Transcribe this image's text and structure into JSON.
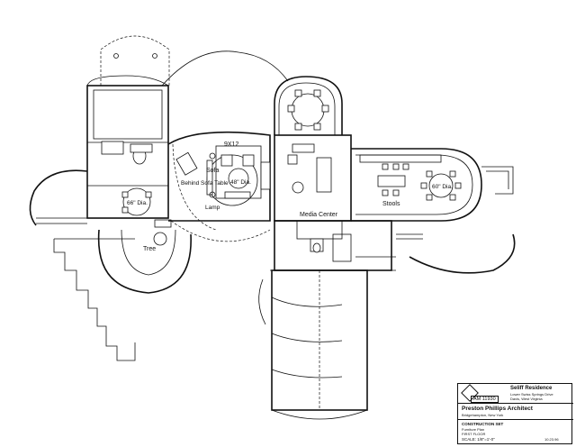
{
  "labels": {
    "rug_size": "9X12",
    "sofa": "Sofa",
    "behind_sofa_table": "Behind Sofa Table",
    "coffee_table_dia": "48\" Dia.",
    "lamp": "Lamp",
    "media_center": "Media Center",
    "stools": "Stools",
    "round_table_right": "60\" Dia.",
    "round_table_left": "66\" Dia.",
    "tree": "Tree"
  },
  "title_block": {
    "drawing_no": "AM 11930",
    "project": "Seliff Residence",
    "project_line2": "Lower Swiss Springs Drive",
    "project_line3": "Davis, West Virginia",
    "architect": "Preston Phillips Architect",
    "architect_location": "Bridgehampton, New York",
    "sheet_title": "CONSTRUCTION SET",
    "sheet_subtitle": "Furniture Plan",
    "floor": "FIRST FLOOR",
    "scale": "SCALE: 1/8\"=1'-0\"",
    "date": "10.23.96"
  }
}
